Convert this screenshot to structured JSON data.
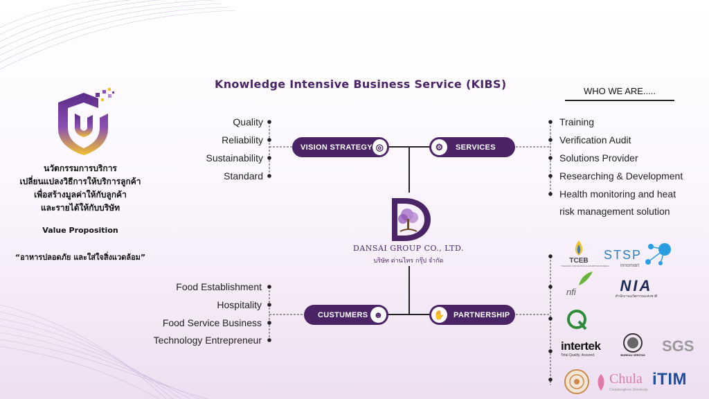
{
  "title": "Knowledge Intensive Business Service (KIBS)",
  "who_we_are": "WHO WE ARE.....",
  "left_panel": {
    "lines": [
      "นวัตกรรมการบริการ",
      "เปลี่ยนแปลงวิธีการให้บริการลูกค้า",
      "เพื่อสร้างมูลค่าให้กับลูกค้า",
      "และรายได้ให้กับบริษัท"
    ],
    "value_proposition": "Value Proposition",
    "slogan": "“อาหารปลอดภัย และใส่ใจสิ่งแวดล้อม”"
  },
  "vision_items": [
    "Quality",
    "Reliability",
    "Sustainability",
    "Standard"
  ],
  "customer_items": [
    "Food Establishment",
    "Hospitality",
    "Food Service Business",
    "Technology Entrepreneur"
  ],
  "service_items": [
    "Training",
    "Verification Audit",
    "Solutions Provider",
    "Researching & Development",
    " Health monitoring and heat",
    "risk management solution"
  ],
  "pills": {
    "vision": "VISION STRATEGY",
    "services": "SERVICES",
    "customers": "CUSTUMERS",
    "partnership": "PARTNERSHIP"
  },
  "center": {
    "name_en": "DANSAI GROUP CO., LTD.",
    "name_th": "บริษัท ด่านไทร กรุ๊ป จำกัด"
  },
  "partners": {
    "tceb": "TCEB",
    "tceb_sub": "THAILAND CONVENTION & EXHIBITION BUREAU",
    "stsp": "STSP",
    "stsp_sub": "innomart",
    "nfi": "nfi",
    "nia": "NIA",
    "nia_sub": "สำนักงานนวัตกรรมแห่งชาติ",
    "intertek": "intertek",
    "intertek_sub": "Total Quality. Assured.",
    "bv": "BUREAU VERITAS",
    "sgs": "SGS",
    "chula": "Chula",
    "chula_sub": "Chulalongkorn University",
    "itim": "iTIM"
  },
  "colors": {
    "primary": "#4b2466",
    "gold": "#f2c230",
    "accent": "#9a5fc0"
  }
}
